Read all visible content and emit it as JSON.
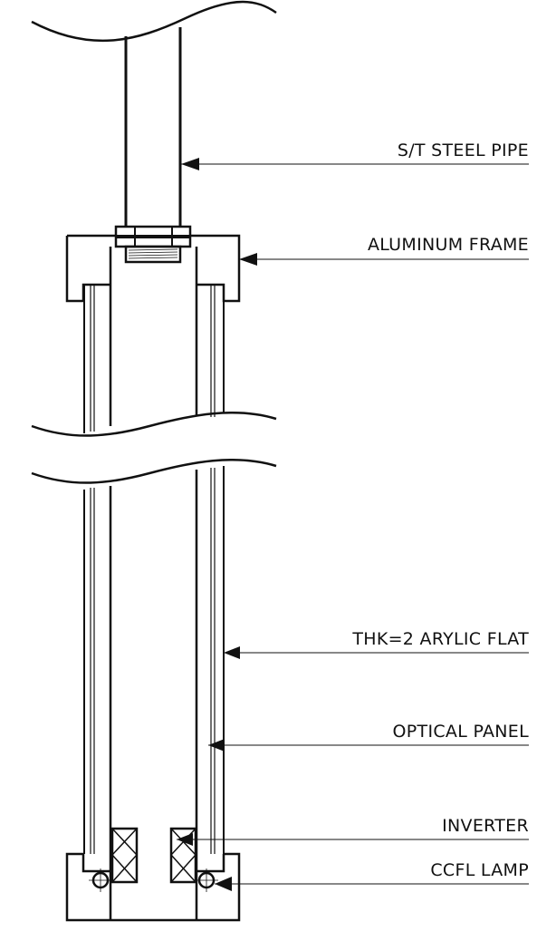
{
  "labels": {
    "pipe": "S/T STEEL PIPE",
    "frame": "ALUMINUM FRAME",
    "acrylic": "THK=2 ARYLIC FLAT",
    "optical": "OPTICAL PANEL",
    "inverter": "INVERTER",
    "lamp": "CCFL LAMP"
  },
  "colors": {
    "line": "#111111",
    "background": "#ffffff"
  }
}
